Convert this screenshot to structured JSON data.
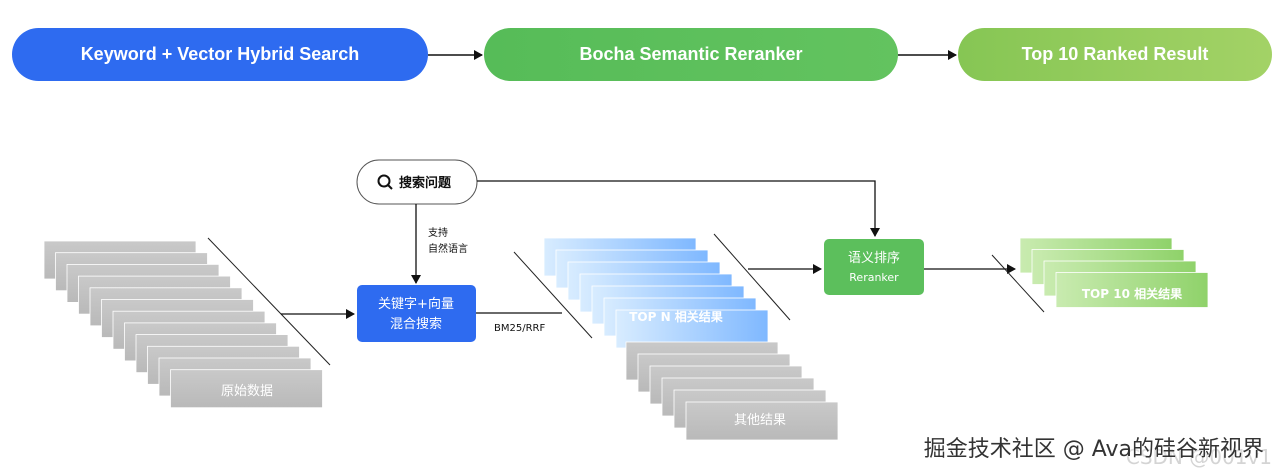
{
  "pipeline": {
    "step1": "Keyword + Vector Hybrid Search",
    "step2": "Bocha Semantic Reranker",
    "step3": "Top 10 Ranked Result"
  },
  "diagram": {
    "query_label": "搜索问题",
    "query_note_line1": "支持",
    "query_note_line2": "自然语言",
    "raw_data_label": "原始数据",
    "hybrid_line1": "关键字+向量",
    "hybrid_line2": "混合搜索",
    "fusion_label": "BM25/RRF",
    "topn_label": "TOP N 相关结果",
    "other_label": "其他结果",
    "rerank_line1": "语义排序",
    "rerank_line2": "Reranker",
    "top10_label": "TOP 10 相关结果"
  },
  "watermark": {
    "text": "掘金技术社区 @ Ava的硅谷新视界",
    "faint": "CSDN @001v1"
  },
  "colors": {
    "blue": "#2e6bf0",
    "green_mid": "#5cbf5c",
    "green_light": "#9cce5c",
    "gray_card": "#c2c2c2",
    "blue_card": "#a9d3ff",
    "green_card": "#a7db79"
  }
}
